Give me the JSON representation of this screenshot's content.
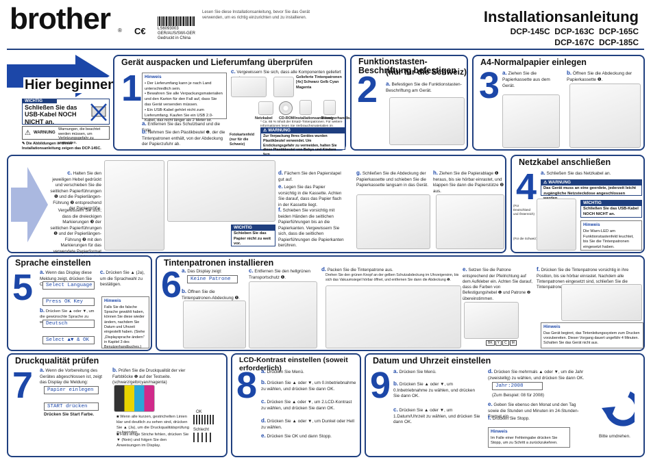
{
  "header": {
    "brand": "brother",
    "doc_code": "LS6093003",
    "doc_lang": "GER/AUS/SWI-GER",
    "printed": "Gedruckt in China",
    "intro": "Lesen Sie diese Installationsanleitung, bevor Sie das Gerät verwenden, um es richtig einzurichten und zu installieren.",
    "title": "Installationsanleitung",
    "models_1": "DCP-145C  DCP-163C  DCP-165C",
    "models_2": "DCP-167C  DCP-185C"
  },
  "start": {
    "title": "Hier beginnen",
    "important_head": "WICHTIG",
    "important_text": "Schließen Sie das USB-Kabel NOCH NICHT an.",
    "warning_label": "WARNUNG",
    "warning_text": "Warnungen, die beachtet werden müssen, um Verletzungsgefahr zu vermeiden.",
    "note": "Die Abbildungen in dieser Installationsanleitung zeigen das DCP-145C."
  },
  "step1": {
    "num": "1",
    "title": "Gerät auspacken und Lieferumfang überprüfen",
    "hint_head": "Hinweis",
    "hint_1": "• Der Lieferumfang kann je nach Land unterschiedlich sein.",
    "hint_2": "• Bewahren Sie alle Verpackungsmaterialien und den Karton für den Fall auf, dass Sie das Gerät versenden müssen.",
    "hint_3": "• Ein USB-Kabel gehört nicht zum Lieferumfang. Kaufen Sie ein USB 2.0-Kabel, das nicht länger als 2 Meter ist.",
    "a": "Entfernen Sie das Schutzband und die Folie.",
    "b": "Nehmen Sie den Plastikbeutel ❶, der die Tintenpatronen enthält, von der Abdeckung der Papierzufuhr ab.",
    "c": "Vergewissern Sie sich, dass alle Komponenten geliefert wurden.",
    "c_items": "Gelieferte Tintenpatronen [4x] Schwarz Gelb Cyan Magenta",
    "label_cord": "Netzkabel",
    "label_cd": "CD-ROM",
    "label_guide": "Installationsanleitung",
    "label_manual": "Benutzerhandbuch",
    "label_paper": "Fotokartenfeld (nur für die Schweiz)",
    "ink_note": "* Ca. 65 % Inhalt der Ersatz-Tintenpatronen. Für weitere Informationen lesen Sie Verbrauchsmaterialien im Benutzerhandbuch.",
    "warn_head": "WARNUNG",
    "warn_text": "Zur Verpackung Ihres Gerätes wurden Plastikbeutel verwendet. Um Erstickungsgefahr zu vermeiden, halten Sie diese Plastikbeutel von Babys und Kindern fern."
  },
  "step2": {
    "num": "2",
    "title": "Funktionstasten-Beschriftung befestigen",
    "subtitle": "(nur für die Schweiz)",
    "a": "Befestigen Sie die Funktionstasten-Beschriftung am Gerät."
  },
  "step3": {
    "num": "3",
    "title": "A4-Normalpapier einlegen",
    "a": "Ziehen Sie die Papierkassette aus dem Gerät.",
    "b": "Öffnen Sie die Abdeckung der Papierkassette ❶.",
    "c": "Halten Sie den jeweiligen Hebel gedrückt und verschieben Sie die seitlichen Papierführungen ❶ und die Papierlängen-Führung ❷ entsprechend der Papiergröße.",
    "c2": "Vergewissern Sie sich, dass die dreieckigen Markierungen ❸ der seitlichen Papierführungen ❶ und der Papierlängen-Führung ❷ mit den Markierungen für das verwendete Papierformat ausgerichtet sind.",
    "imp_head": "WICHTIG",
    "imp_text": "Schieben Sie das Papier nicht zu weit vor.",
    "d": "Fächern Sie den Papierstapel gut auf.",
    "e": "Legen Sie das Papier vorsichtig in die Kassette. Achten Sie darauf, dass das Papier flach in der Kassette liegt.",
    "f": "Schieben Sie vorsichtig mit beiden Händen die seitlichen Papierführungen bis an die Papierkanten. Vergewissern Sie sich, dass die seitlichen Papierführungen die Papierkanten berühren.",
    "g": "Schließen Sie die Abdeckung der Papierkassette und schieben Sie die Papierkassette langsam in das Gerät.",
    "h": "Ziehen Sie die Papierablage ❶ heraus, bis sie hörbar einrastet, und klappen Sie dann die Papierstütze ❷ aus."
  },
  "step4": {
    "num": "4",
    "title": "Netzkabel anschließen",
    "a": "Schließen Sie das Netzkabel an.",
    "warn_head": "WARNUNG",
    "warn_text": "Das Gerät muss an eine geerdete, jederzeit leicht zugängliche Netzsteckdose angeschlossen werden.",
    "imp_head": "WICHTIG",
    "imp_text": "Schließen Sie das USB-Kabel NOCH NICHT an.",
    "country1": "(Für Deutschland und Österreich)",
    "country2": "(Für die Schweiz)",
    "hint_head": "Hinweis",
    "hint_text": "Die Warn-LED am Funktionstastenfeld leuchtet, bis Sie die Tintenpatronen eingesetzt haben."
  },
  "step5": {
    "num": "5",
    "title": "Sprache einstellen",
    "a": "Wenn das Display diese Meldung zeigt, drücken Sie OK.",
    "lcd1": "Select Language",
    "lcd2": "Press OK Key",
    "b": "Drücken Sie ▲ oder ▼, um die gewünschte Sprache zu wählen, und drücken Sie OK.",
    "lcd3": "Deutsch",
    "lcd4": "Select ▲▼ & OK",
    "c": "Drücken Sie ▲ (Ja), um die Sprachwahl zu bestätigen.",
    "hint_head": "Hinweis",
    "hint_text": "Falls Sie die falsche Sprache gewählt haben, können Sie diese wieder ändern, nachdem Sie Datum und Uhrzeit eingestellt haben. (Siehe „Displaysprache ändern\" in Kapitel 3 des Benutzerhandbuches.)"
  },
  "step6": {
    "num": "6",
    "title": "Tintenpatronen installieren",
    "a": "Das Display zeigt:",
    "lcd1": "Keine Patrone",
    "b": "Öffnen Sie die Tintenpatronen-Abdeckung ❶.",
    "c": "Entfernen Sie den hellgrünen Transportschutz ❶.",
    "d": "Packen Sie die Tintenpatrone aus.",
    "d2": "Drehen Sie den grünen Knopf an der gelben Schutzabdeckung im Uhrzeigersinn, bis sich das Vakuumsiegel hörbar öffnet, und entfernen Sie dann die Abdeckung ❶.",
    "e": "Setzen Sie die Patrone entsprechend der Pfeilrichtung auf dem Aufkleber ein. Achten Sie darauf, dass die Farben von Befestigungshebel ❶ und Patrone ❷ übereinstimmen.",
    "f": "Drücken Sie die Tintenpatrone vorsichtig in ihre Position, bis sie hörbar einrastet. Nachdem alle Tintenpatronen eingesetzt sind, schließen Sie die Tintenpatronen-Abdeckung.",
    "hint_head": "Hinweis",
    "hint_text": "Das Gerät beginnt, das Tintenleitungssystem zum Drucken vorzubereiten. Dieser Vorgang dauert ungefähr 4 Minuten. Schalten Sie das Gerät nicht aus.",
    "colors": [
      "BK",
      "Y",
      "C",
      "M"
    ]
  },
  "step7": {
    "num": "7",
    "title": "Druckqualität prüfen",
    "a": "Wenn die Vorbereitung des Gerätes abgeschlossen ist, zeigt das Display die Meldung:",
    "lcd1": "Papier einlegen",
    "lcd2": "START drücken",
    "a2": "Drücken Sie Start Farbe.",
    "b": "Prüfen Sie die Druckqualität der vier Farbblöcke ❶ auf der Testseite. (schwarz/gelb/cyan/magenta)",
    "ok": "OK",
    "bad": "Schlecht",
    "b1": "■ Wenn alle kurzen, gestrichelten Linien klar und deutlich zu sehen sind, drücken Sie ▲ (Ja), um die Druckqualitätsprüfung zu beenden.",
    "b2": "■ Falls einige Striche fehlen, drücken Sie ▼ (Nein) und folgen Sie den Anweisungen im Display."
  },
  "step8": {
    "num": "8",
    "title": "LCD-Kontrast einstellen (soweit erforderlich)",
    "a": "Drücken Sie Menü.",
    "b": "Drücken Sie ▲ oder ▼, um 0.Inbetriebnahme zu wählen, und drücken Sie dann OK.",
    "c": "Drücken Sie ▲ oder ▼, um 2.LCD-Kontrast zu wählen, und drücken Sie dann OK.",
    "d": "Drücken Sie ▲ oder ▼, um Dunkel oder Hell zu wählen.",
    "e": "Drücken Sie OK und dann Stopp."
  },
  "step9": {
    "num": "9",
    "title": "Datum und Uhrzeit einstellen",
    "a": "Drücken Sie Menü.",
    "b": "Drücken Sie ▲ oder ▼, um 0.Inbetriebnahme zu wählen, und drücken Sie dann OK.",
    "c": "Drücken Sie ▲ oder ▼, um 1.Datum/Uhrzeit zu wählen, und drücken Sie dann OK.",
    "d": "Drücken Sie mehrmals ▲ oder ▼, um die Jahr (zweistellig) zu wählen, und drücken Sie dann OK.",
    "lcd1": "Jahr:2008",
    "d2": "(Zum Beispiel: 08 für 2008)",
    "e": "Geben Sie ebenso den Monat und den Tag sowie die Stunden und Minuten im 24-Stunden-Format ein.",
    "f": "Drücken Sie Stopp.",
    "hint_head": "Hinweis",
    "hint_text": "Im Falle einer Fehleingabe drücken Sie Stopp, um zu Schritt a zurückzukehren.",
    "turn": "Bitte umdrehen."
  }
}
